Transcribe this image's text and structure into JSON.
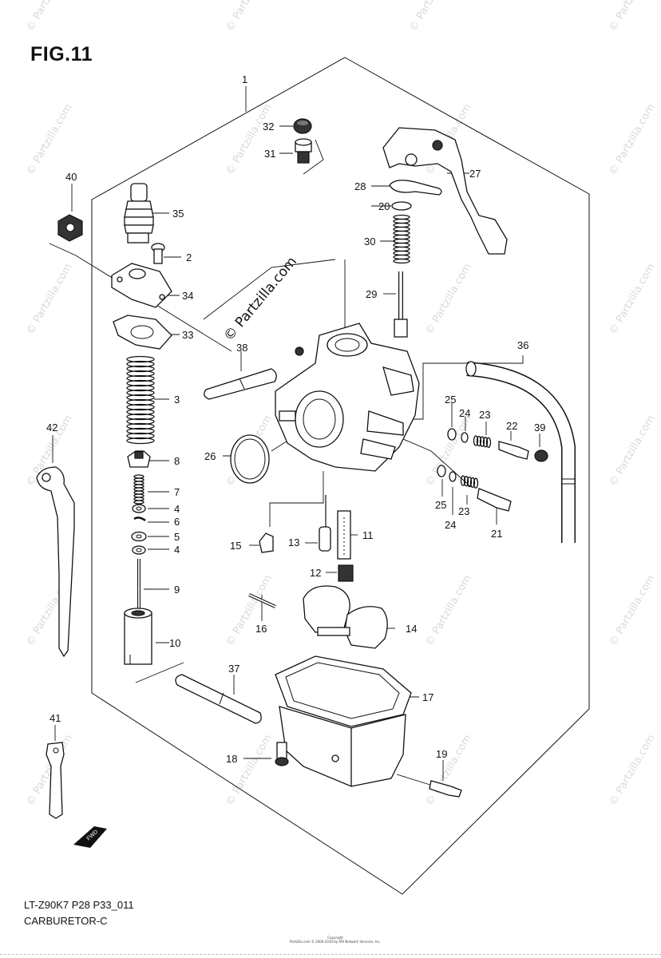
{
  "figure": {
    "title": "FIG.11",
    "code": "LT-Z90K7 P28 P33_011",
    "name": "CARBURETOR-C",
    "copyright_line1": "Copyright",
    "copyright_line2": "Partzilla.com © 2004-2019 by ARI Network Services, Inc.",
    "watermark_text": "© Partzilla.com",
    "direction_label": "FWD"
  },
  "callouts": [
    "1",
    "2",
    "3",
    "4",
    "4",
    "5",
    "6",
    "7",
    "8",
    "9",
    "10",
    "11",
    "12",
    "13",
    "14",
    "15",
    "16",
    "17",
    "18",
    "19",
    "20",
    "21",
    "22",
    "23",
    "23",
    "24",
    "24",
    "25",
    "25",
    "26",
    "27",
    "28",
    "29",
    "30",
    "31",
    "32",
    "33",
    "34",
    "35",
    "36",
    "37",
    "38",
    "39",
    "40",
    "41",
    "42"
  ]
}
